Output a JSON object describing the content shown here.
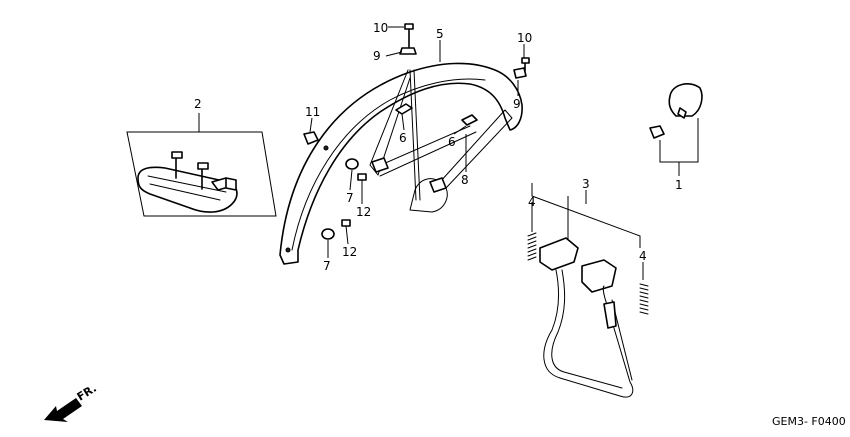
{
  "callouts": {
    "c1": "1",
    "c2": "2",
    "c3": "3",
    "c4a": "4",
    "c4b": "4",
    "c5": "5",
    "c6a": "6",
    "c6b": "6",
    "c7a": "7",
    "c7b": "7",
    "c8": "8",
    "c9a": "9",
    "c9b": "9",
    "c10a": "10",
    "c10b": "10",
    "c11": "11",
    "c12a": "12",
    "c12b": "12"
  },
  "direction_label": "FR.",
  "figure_code": "GEM3- F0400",
  "icons": {
    "direction": "front-direction-arrow-icon"
  }
}
